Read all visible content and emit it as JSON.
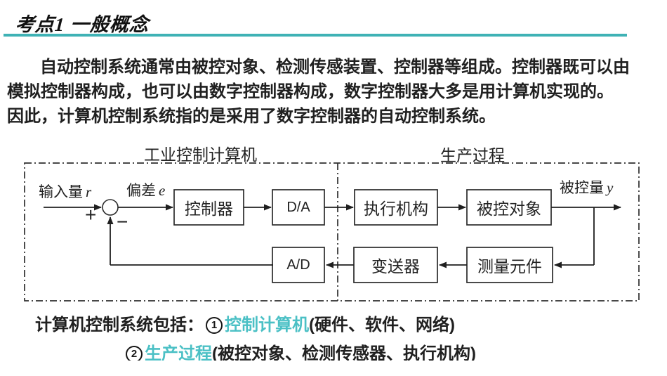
{
  "colors": {
    "accent": "#3fb2b5",
    "highlight": "#4bc0c5"
  },
  "header": {
    "title": "考点1 一般概念"
  },
  "intro": {
    "lines": [
      "自动控制系统通常由被控对象、检测传感装置、控制器等组成。控制器既可以由",
      "模拟控制器构成，也可以由数字控制器构成，数字控制器大多是用计算机实现的。",
      "因此，计算机控制系统指的是采用了数字控制器的自动控制系统。"
    ]
  },
  "diagram": {
    "section_labels": {
      "left": "工业控制计算机",
      "right": "生产过程"
    },
    "signal_labels": {
      "input": "输入量",
      "input_var": "r",
      "error": "偏差",
      "error_var": "e",
      "output": "被控量",
      "output_var": "y",
      "plus": "+",
      "minus": "−"
    },
    "blocks": [
      {
        "id": "controller",
        "label": "控制器"
      },
      {
        "id": "da",
        "label": "D/A"
      },
      {
        "id": "actuator",
        "label": "执行机构"
      },
      {
        "id": "plant",
        "label": "被控对象"
      },
      {
        "id": "ad",
        "label": "A/D"
      },
      {
        "id": "transmitter",
        "label": "变送器"
      },
      {
        "id": "sensor",
        "label": "测量元件"
      }
    ]
  },
  "bottom": {
    "line1": {
      "prefix": "计算机控制系统包括：",
      "num": "1",
      "highlight": "控制计算机",
      "suffix": "(硬件、软件、网络)"
    },
    "line2": {
      "num": "2",
      "highlight": "生产过程",
      "suffix": "(被控对象、检测传感器、执行机构)"
    }
  }
}
